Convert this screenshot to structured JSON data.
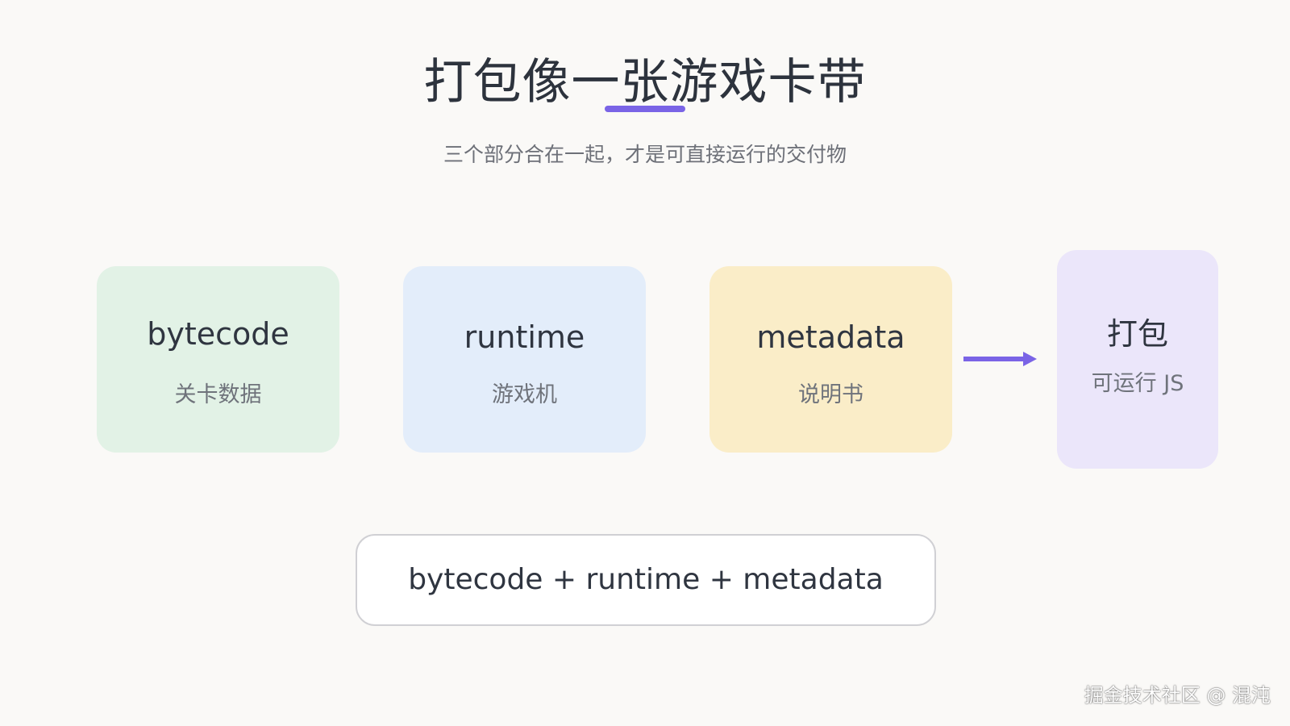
{
  "title": "打包像一张游戏卡带",
  "subtitle": "三个部分合在一起，才是可直接运行的交付物",
  "cards": [
    {
      "name": "bytecode",
      "desc": "关卡数据",
      "color": "#e2f2e6"
    },
    {
      "name": "runtime",
      "desc": "游戏机",
      "color": "#e3edfa"
    },
    {
      "name": "metadata",
      "desc": "说明书",
      "color": "#faedc8"
    }
  ],
  "result": {
    "name": "打包",
    "desc": "可运行 JS",
    "color": "#ebe6fa"
  },
  "formula": "bytecode + runtime + metadata",
  "watermark": "掘金技术社区 @ 混沌",
  "accent_color": "#7a64e6"
}
